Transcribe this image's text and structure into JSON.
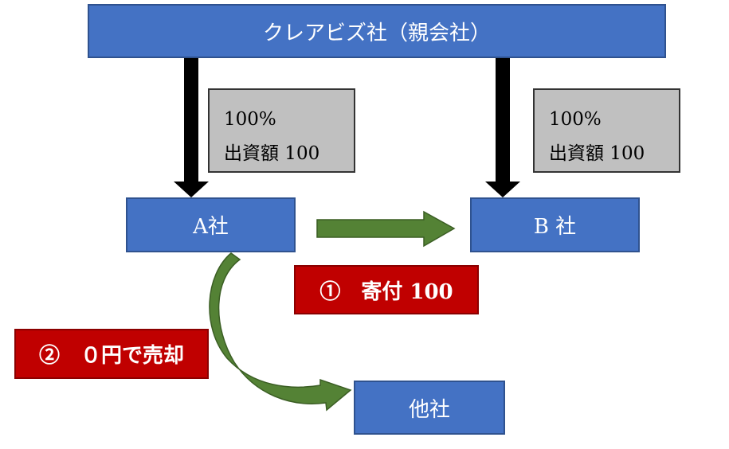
{
  "parent": {
    "label": "クレアビズ社（親会社）"
  },
  "company_a": {
    "label": "A社"
  },
  "company_b": {
    "label": "B 社"
  },
  "other_company": {
    "label": "他社"
  },
  "ownership_a": {
    "percent": "100%",
    "investment": "出資額 100"
  },
  "ownership_b": {
    "percent": "100%",
    "investment": "出資額 100"
  },
  "step1": {
    "label": "①　寄付 100"
  },
  "step2": {
    "label": "②　０円で売却"
  },
  "colors": {
    "box_blue": "#4472c4",
    "box_border": "#2f528f",
    "label_red": "#c00000",
    "note_gray": "#c0c0c0",
    "arrow_green": "#548235",
    "arrow_black": "#000000"
  }
}
